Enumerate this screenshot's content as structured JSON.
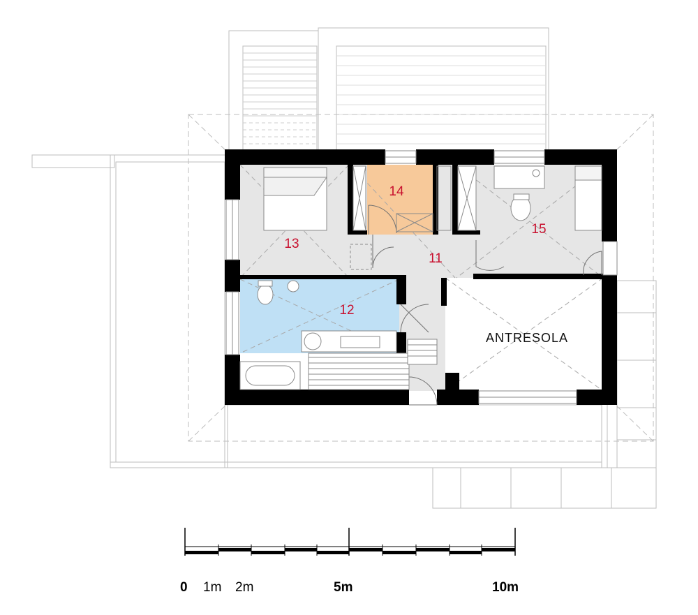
{
  "rooms": [
    {
      "id": "r11",
      "label": "11"
    },
    {
      "id": "r12",
      "label": "12"
    },
    {
      "id": "r13",
      "label": "13"
    },
    {
      "id": "r14",
      "label": "14"
    },
    {
      "id": "r15",
      "label": "15"
    }
  ],
  "antresola_label": "ANTRESOLA",
  "colors": {
    "floor": "#e6e6e6",
    "bathroom": "#bfe0f5",
    "closet": "#f7c99a",
    "wall": "#000000",
    "room_number": "#c8102e",
    "line": "#bdbdbd"
  },
  "scale_bar": {
    "labels": [
      {
        "text": "0",
        "bold": true
      },
      {
        "text": "1m",
        "bold": false
      },
      {
        "text": "2m",
        "bold": false
      },
      {
        "text": "5m",
        "bold": true
      },
      {
        "text": "10m",
        "bold": true
      }
    ]
  }
}
